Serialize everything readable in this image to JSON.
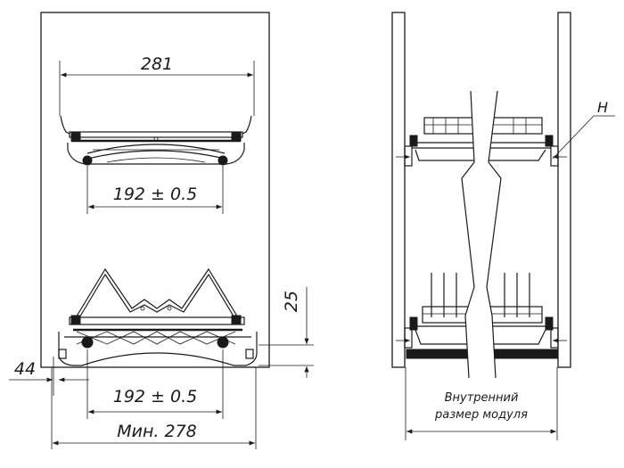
{
  "front_view": {
    "dim_top_width": "281",
    "dim_top_axis": "192 ± 0.5",
    "dim_height": "25",
    "dim_offset": "44",
    "dim_bottom_axis": "192 ± 0.5",
    "dim_min_width": "Мин. 278"
  },
  "side_view": {
    "label_h": "H",
    "caption_line1": "Внутренний",
    "caption_line2": "размер модуля"
  }
}
